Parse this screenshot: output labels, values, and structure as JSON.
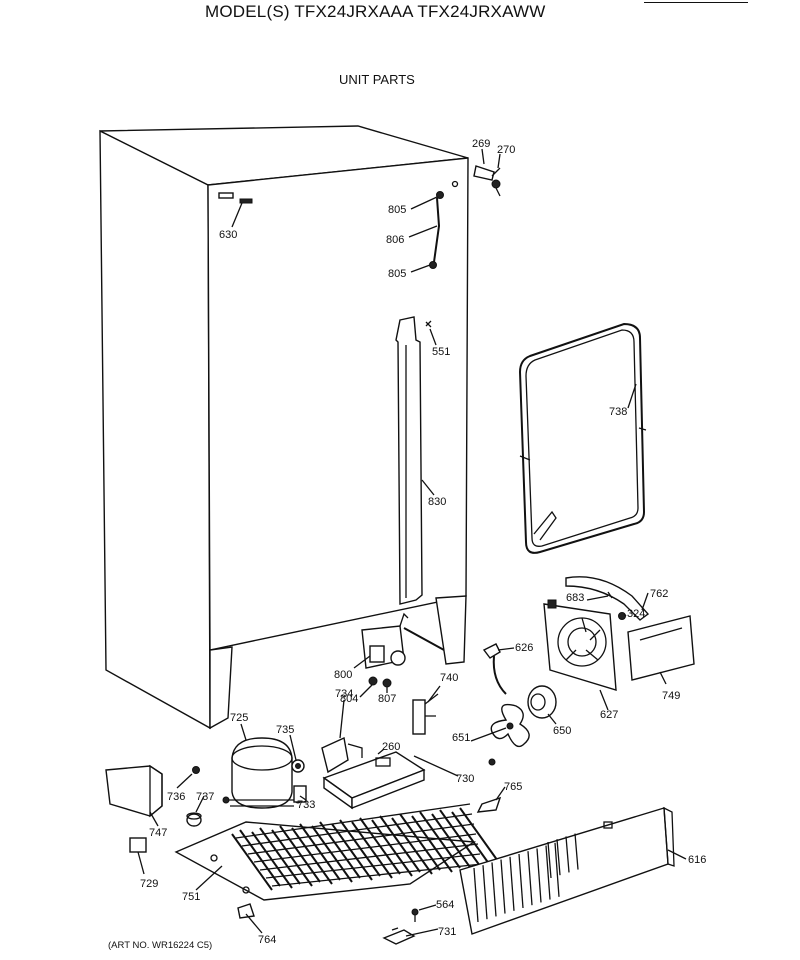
{
  "header": {
    "model_title": "MODEL(S) TFX24JRXAAA  TFX24JRXAWW",
    "section_title": "UNIT PARTS"
  },
  "footer": {
    "art_number": "(ART NO. WR16224 C5)"
  },
  "parts": [
    {
      "key": "p269",
      "number": "269",
      "name": "part"
    },
    {
      "key": "p270",
      "number": "270",
      "name": "part"
    },
    {
      "key": "p805a",
      "number": "805",
      "name": "part"
    },
    {
      "key": "p806",
      "number": "806",
      "name": "part"
    },
    {
      "key": "p805b",
      "number": "805",
      "name": "part"
    },
    {
      "key": "p630",
      "number": "630",
      "name": "part"
    },
    {
      "key": "p551",
      "number": "551",
      "name": "part"
    },
    {
      "key": "p738",
      "number": "738",
      "name": "part"
    },
    {
      "key": "p830",
      "number": "830",
      "name": "part"
    },
    {
      "key": "p762",
      "number": "762",
      "name": "part"
    },
    {
      "key": "p683",
      "number": "683",
      "name": "part"
    },
    {
      "key": "p324",
      "number": "324",
      "name": "part"
    },
    {
      "key": "p626",
      "number": "626",
      "name": "part"
    },
    {
      "key": "p749",
      "number": "749",
      "name": "part"
    },
    {
      "key": "p627",
      "number": "627",
      "name": "part"
    },
    {
      "key": "p800",
      "number": "800",
      "name": "part"
    },
    {
      "key": "p740",
      "number": "740",
      "name": "part"
    },
    {
      "key": "p804",
      "number": "804",
      "name": "part"
    },
    {
      "key": "p807",
      "number": "807",
      "name": "part"
    },
    {
      "key": "p650",
      "number": "650",
      "name": "part"
    },
    {
      "key": "p651",
      "number": "651",
      "name": "part"
    },
    {
      "key": "p725",
      "number": "725",
      "name": "part"
    },
    {
      "key": "p735",
      "number": "735",
      "name": "part"
    },
    {
      "key": "p734",
      "number": "734",
      "name": "part"
    },
    {
      "key": "p260",
      "number": "260",
      "name": "part"
    },
    {
      "key": "p730",
      "number": "730",
      "name": "part"
    },
    {
      "key": "p765",
      "number": "765",
      "name": "part"
    },
    {
      "key": "p736",
      "number": "736",
      "name": "part"
    },
    {
      "key": "p737",
      "number": "737",
      "name": "part"
    },
    {
      "key": "p733",
      "number": "733",
      "name": "part"
    },
    {
      "key": "p747",
      "number": "747",
      "name": "part"
    },
    {
      "key": "p729",
      "number": "729",
      "name": "part"
    },
    {
      "key": "p751",
      "number": "751",
      "name": "part"
    },
    {
      "key": "p616",
      "number": "616",
      "name": "part"
    },
    {
      "key": "p564",
      "number": "564",
      "name": "part"
    },
    {
      "key": "p764",
      "number": "764",
      "name": "part"
    },
    {
      "key": "p731",
      "number": "731",
      "name": "part"
    }
  ]
}
